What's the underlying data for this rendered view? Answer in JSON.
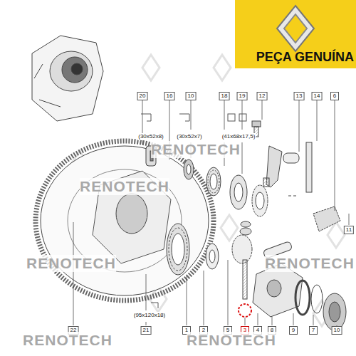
{
  "diagram": {
    "labels": [
      "PEÇA GENUÍNA",
      "20",
      "16",
      "10",
      "18",
      "19",
      "12",
      "13",
      "14",
      "6",
      "(30x52x8)",
      "(30x52x7)",
      "(41x68x17,5)",
      "(95x120x18)",
      "11",
      "22",
      "21",
      "1",
      "2",
      "5",
      "3",
      "4",
      "8",
      "9",
      "7",
      "10",
      "RENOTECH",
      "RENOTECH",
      "RENOTECH",
      "RENOTECH",
      "RENOTECH",
      "RENOTECH"
    ]
  }
}
